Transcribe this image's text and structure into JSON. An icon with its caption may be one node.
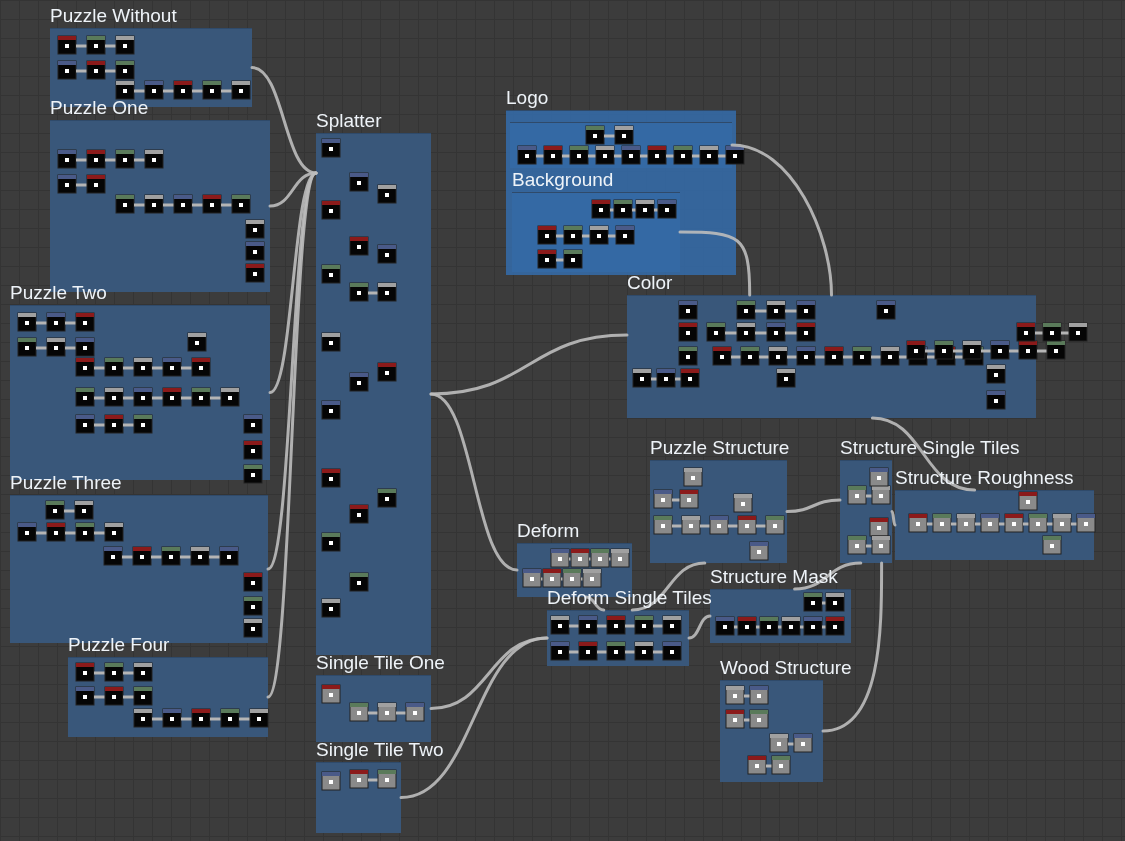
{
  "diagram": {
    "nodes": [
      {
        "text": [
          "Puzzle Without"
        ]
      },
      {
        "text": [
          "Puzzle One"
        ]
      },
      {
        "text": [
          "Puzzle Two"
        ]
      },
      {
        "text": [
          "Puzzle Three"
        ]
      },
      {
        "text": [
          "Puzzle Four"
        ]
      },
      {
        "text": [
          "Splatter"
        ]
      },
      {
        "text": [
          "Logo"
        ]
      },
      {
        "text": [],
        "shape": "box",
        "in": 6
      },
      {
        "text": [
          "Background"
        ],
        "in": 6
      },
      {
        "text": [
          "Color"
        ]
      },
      {
        "text": [
          "Puzzle Structure"
        ]
      },
      {
        "text": [
          "Structure Single Tiles"
        ]
      },
      {
        "text": [
          "Structure Roughness"
        ]
      },
      {
        "text": [
          "Deform"
        ]
      },
      {
        "text": [
          "Deform Single Tiles"
        ]
      },
      {
        "text": [
          "Structure Mask"
        ]
      },
      {
        "text": [
          "Single Tile One"
        ]
      },
      {
        "text": [
          "Single Tile Two"
        ]
      },
      {
        "text": [
          "Wood Structure"
        ]
      }
    ],
    "edges": [
      {
        "from": 0,
        "to": 5,
        "arrow": "none"
      },
      {
        "from": 1,
        "to": 5,
        "arrow": "none"
      },
      {
        "from": 2,
        "to": 5,
        "arrow": "none"
      },
      {
        "from": 3,
        "to": 5,
        "arrow": "none"
      },
      {
        "from": 4,
        "to": 5,
        "arrow": "none"
      },
      {
        "from": 5,
        "to": 9,
        "arrow": "none"
      },
      {
        "from": 5,
        "to": 13,
        "arrow": "none"
      },
      {
        "from": 7,
        "to": 9,
        "arrow": "none"
      },
      {
        "from": 8,
        "to": 9,
        "arrow": "none"
      },
      {
        "from": 16,
        "to": 14,
        "arrow": "none"
      },
      {
        "from": 17,
        "to": 14,
        "arrow": "none"
      },
      {
        "from": 13,
        "to": 14,
        "arrow": "none"
      },
      {
        "from": 14,
        "to": 10,
        "arrow": "none"
      },
      {
        "from": 14,
        "to": 15,
        "arrow": "none"
      },
      {
        "from": 10,
        "to": 11,
        "arrow": "none"
      },
      {
        "from": 11,
        "to": 12,
        "arrow": "none"
      },
      {
        "from": 15,
        "to": 11,
        "arrow": "none"
      },
      {
        "from": 18,
        "to": 11,
        "arrow": "none"
      },
      {
        "from": 9,
        "to": 12,
        "arrow": "none"
      }
    ]
  }
}
